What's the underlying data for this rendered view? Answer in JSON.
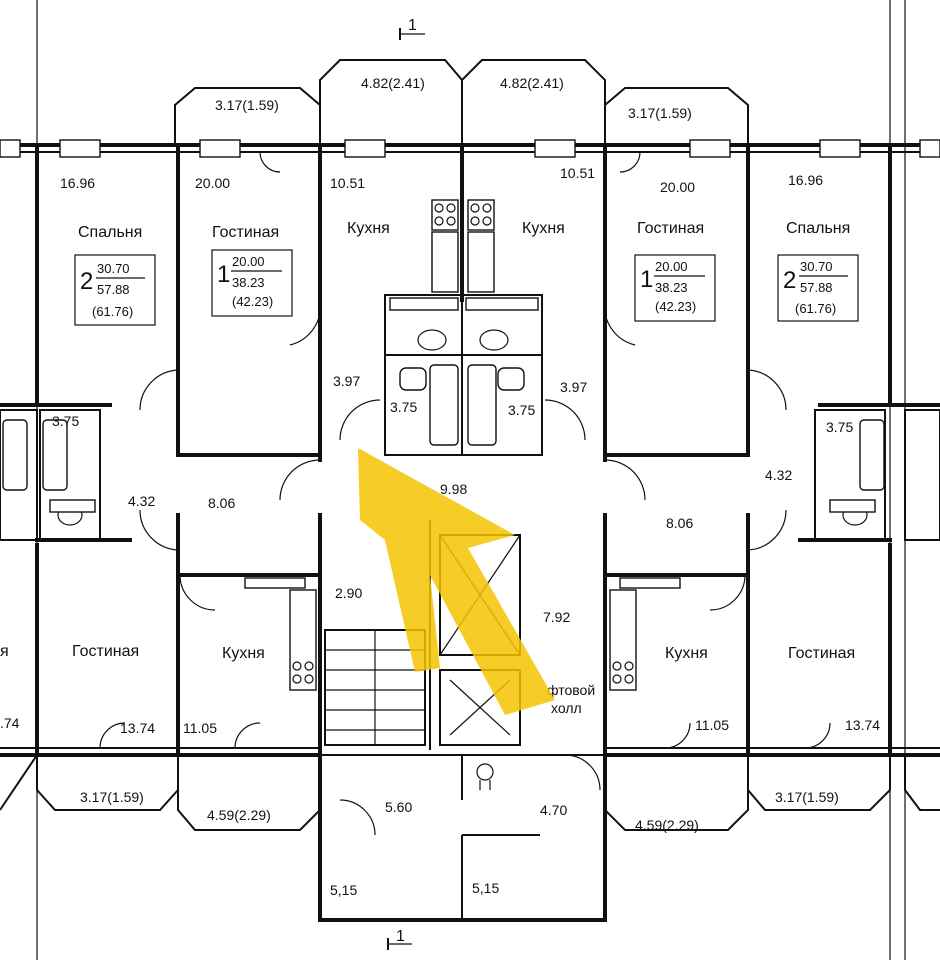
{
  "section_mark": {
    "number": "1"
  },
  "balconies": {
    "top_left_wide": "4.82(2.41)",
    "top_right_wide": "4.82(2.41)",
    "top_left_small": "3.17(1.59)",
    "top_right_small": "3.17(1.59)",
    "bottom_left_small": "3.17(1.59)",
    "bottom_right_small": "3.17(1.59)",
    "bottom_left_loggia": "4.59(2.29)",
    "bottom_right_loggia": "4.59(2.29)"
  },
  "rooms": {
    "left_bedroom": {
      "label": "Спальня",
      "area": "16.96"
    },
    "left_living_top": {
      "label": "Гостиная",
      "area": "20.00"
    },
    "left_kitchen_top": {
      "label": "Кухня",
      "area": "10.51"
    },
    "right_kitchen_top": {
      "label": "Кухня",
      "area": "10.51"
    },
    "right_living_top": {
      "label": "Гостиная",
      "area": "20.00"
    },
    "right_bedroom": {
      "label": "Спальня",
      "area": "16.96"
    },
    "left_living_bottom": {
      "label": "Гостиная",
      "area": "13.74"
    },
    "left_kitchen_bottom": {
      "label": "Кухня",
      "area": "11.05"
    },
    "right_kitchen_bottom": {
      "label": "Кухня",
      "area": "11.05"
    },
    "right_living_bottom": {
      "label": "Гостиная",
      "area": "13.74"
    },
    "far_left_living": {
      "label": "я",
      "area": ".74"
    }
  },
  "small_areas": {
    "left_hall": "3.97",
    "right_hall": "3.97",
    "left_bath": "3.75",
    "right_bath": "3.75",
    "far_left_bath": "3.75",
    "far_right_bath": "3.75",
    "left_corridor": "4.32",
    "right_corridor": "4.32",
    "left_entry": "8.06",
    "right_entry": "8.06",
    "common_corridor": "9.98",
    "stair_landing": "2.90",
    "lift_hall": "7.92",
    "vestibule": "5.60",
    "technical": "4.70",
    "tambour_left": "5,15",
    "tambour_right": "5,15"
  },
  "lift_hall_label": {
    "line1": "фтовой",
    "line2": "холл"
  },
  "apartment_tags": {
    "a1": {
      "rooms": "2",
      "living": "30.70",
      "total": "57.88",
      "with_balcony": "(61.76)"
    },
    "a2": {
      "rooms": "1",
      "living": "20.00",
      "total": "38.23",
      "with_balcony": "(42.23)"
    },
    "a3": {
      "rooms": "1",
      "living": "20.00",
      "total": "38.23",
      "with_balcony": "(42.23)"
    },
    "a4": {
      "rooms": "2",
      "living": "30.70",
      "total": "57.88",
      "with_balcony": "(61.76)"
    }
  },
  "colors": {
    "walls": "#111111",
    "highlight_arrow": "#f5c300",
    "background": "#ffffff"
  }
}
